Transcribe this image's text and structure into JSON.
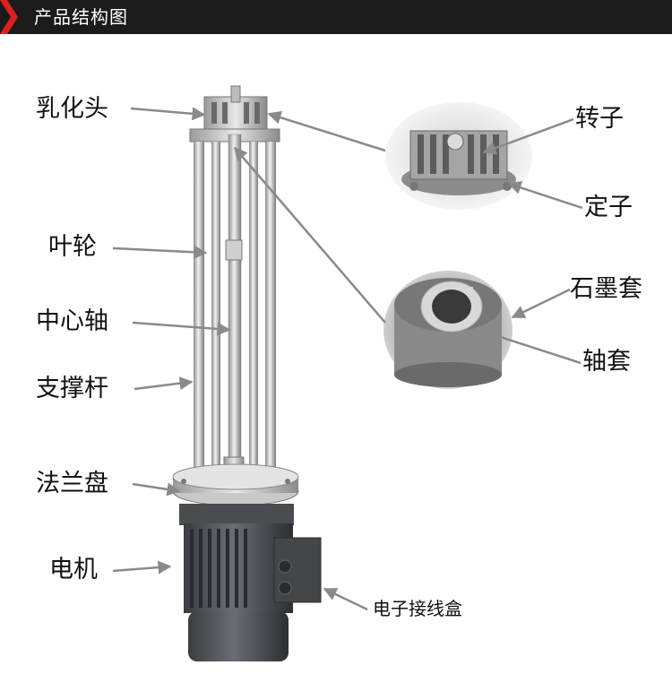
{
  "header": {
    "title": "产品结构图"
  },
  "labels": {
    "emulsifying_head": "乳化头",
    "impeller": "叶轮",
    "center_shaft": "中心轴",
    "support_rod": "支撑杆",
    "flange": "法兰盘",
    "motor": "电机",
    "rotor": "转子",
    "stator": "定子",
    "graphite_sleeve": "石墨套",
    "shaft_sleeve": "轴套",
    "junction_box": "电子接线盒"
  },
  "colors": {
    "header_bg": "#1b1b1b",
    "accent": "#e02020",
    "arrow": "#8a8a8a"
  }
}
